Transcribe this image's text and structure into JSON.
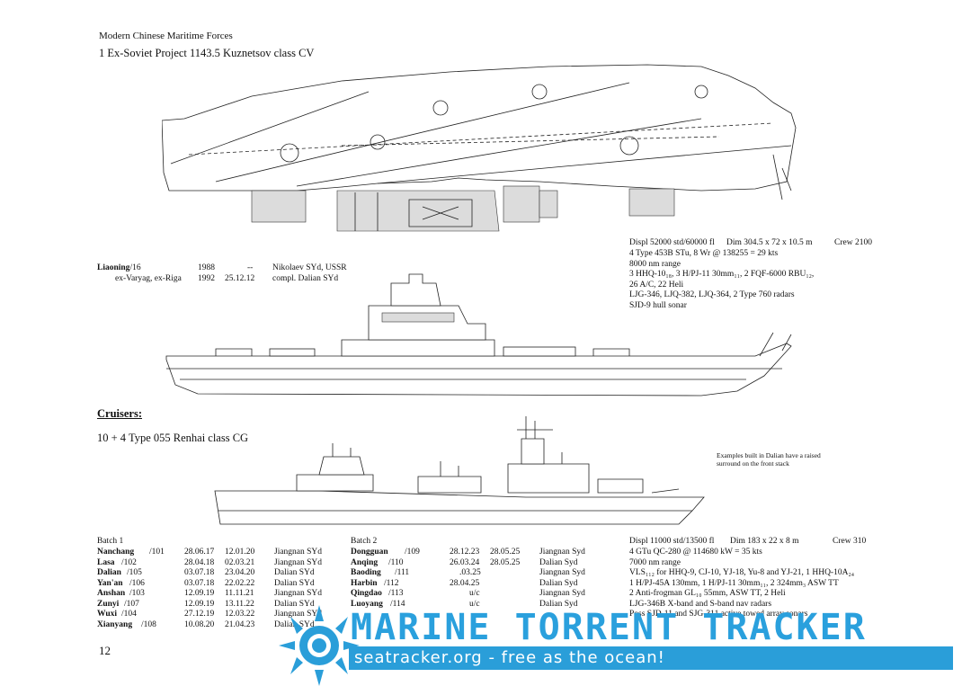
{
  "header": {
    "book_title": "Modern Chinese Maritime Forces",
    "carrier_class": "1 Ex-Soviet Project 1143.5 Kuznetsov class CV",
    "page_number": "12"
  },
  "carrier": {
    "name": "Liaoning",
    "pennant": "/16",
    "laid_down": "1988",
    "commissioned": "--",
    "yard": "Nikolaev SYd, USSR",
    "former_names": "ex-Varyag, ex-Riga",
    "year2": "1992",
    "date2": "25.12.12",
    "note2": "compl. Dalian SYd",
    "specs": {
      "displ": "Displ 52000 std/60000 fl",
      "dim": "Dim 304.5 x 72 x 10.5 m",
      "crew": "Crew 2100",
      "lines": [
        "4 Type 453B STu, 8 Wr @ 138255 = 29 kts",
        "8000 nm range",
        "3 HHQ-10₁₈, 3 H/PJ-11 30mm₁₁, 2 FQF-6000 RBU₁₂,",
        "26 A/C, 22 Heli",
        "LJG-346, LJQ-382, LJQ-364, 2 Type 760 radars",
        "SJD-9 hull sonar"
      ]
    }
  },
  "cruisers": {
    "section_title": "Cruisers:",
    "class_line": "10 + 4 Type 055 Renhai class CG",
    "drawing_note": "Examples built in Dalian have a raised surround on the front stack",
    "batch1": {
      "label": "Batch 1",
      "rows": [
        {
          "name": "Nanchang",
          "pennant": "/101",
          "d1": "28.06.17",
          "d2": "12.01.20",
          "yard": "Jiangnan SYd"
        },
        {
          "name": "Lasa",
          "pennant": "/102",
          "d1": "28.04.18",
          "d2": "02.03.21",
          "yard": "Jiangnan SYd"
        },
        {
          "name": "Dalian",
          "pennant": "/105",
          "d1": "03.07.18",
          "d2": "23.04.20",
          "yard": "Dalian SYd"
        },
        {
          "name": "Yan'an",
          "pennant": "/106",
          "d1": "03.07.18",
          "d2": "22.02.22",
          "yard": "Dalian SYd"
        },
        {
          "name": "Anshan",
          "pennant": "/103",
          "d1": "12.09.19",
          "d2": "11.11.21",
          "yard": "Jiangnan SYd"
        },
        {
          "name": "Zunyi",
          "pennant": "/107",
          "d1": "12.09.19",
          "d2": "13.11.22",
          "yard": "Dalian SYd"
        },
        {
          "name": "Wuxi",
          "pennant": "/104",
          "d1": "27.12.19",
          "d2": "12.03.22",
          "yard": "Jiangnan SYd"
        },
        {
          "name": "Xianyang",
          "pennant": "/108",
          "d1": "10.08.20",
          "d2": "21.04.23",
          "yard": "Dalian SYd"
        }
      ]
    },
    "batch2": {
      "label": "Batch 2",
      "rows": [
        {
          "name": "Dongguan",
          "pennant": "/109",
          "d1": "28.12.23",
          "d2": "28.05.25",
          "yard": "Jiangnan Syd"
        },
        {
          "name": "Anqing",
          "pennant": "/110",
          "d1": "26.03.24",
          "d2": "28.05.25",
          "yard": "Dalian Syd"
        },
        {
          "name": "Baoding",
          "pennant": "/111",
          "d1": ".03.25",
          "d2": "",
          "yard": "Jiangnan Syd"
        },
        {
          "name": "Harbin",
          "pennant": "/112",
          "d1": "28.04.25",
          "d2": "",
          "yard": "Dalian Syd"
        },
        {
          "name": "Qingdao",
          "pennant": "/113",
          "d1": "u/c",
          "d2": "",
          "yard": "Jiangnan Syd"
        },
        {
          "name": "Luoyang",
          "pennant": "/114",
          "d1": "u/c",
          "d2": "",
          "yard": "Dalian Syd"
        }
      ]
    },
    "specs": {
      "displ": "Displ 11000 std/13500 fl",
      "dim": "Dim 183 x 22 x 8 m",
      "crew": "Crew 310",
      "lines": [
        "4 GTu QC-280 @ 114680 kW = 35 kts",
        "7000 nm range",
        "VLS₁₁₂ for HHQ-9, CJ-10, YJ-18, Yu-8 and YJ-21, 1 HHQ-10A₂₄",
        "1 H/PJ-45A 130mm, 1 H/PJ-11 30mm₁₁, 2 324mm₃ ASW TT",
        "2 Anti-frogman GL₁₀ 55mm, ASW TT, 2 Heli",
        "LJG-346B X-band and S-band nav radars",
        "Poss SJD-11 and SJG-311 active towed array sonars"
      ]
    }
  },
  "watermark": {
    "title": "MARINE TORRENT TRACKER",
    "subtitle": "seatracker.org - free as the ocean!",
    "accent": "#2a9ed9"
  }
}
